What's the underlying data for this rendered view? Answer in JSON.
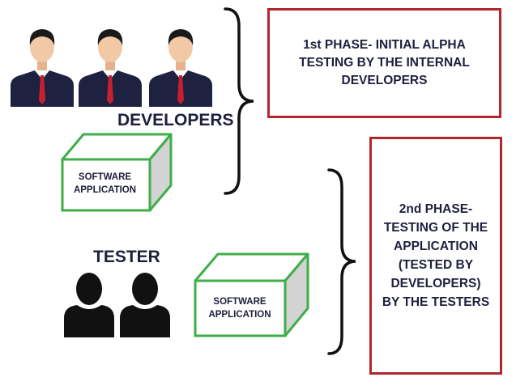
{
  "developers": {
    "label": "DEVELOPERS",
    "icon": "businessman-icon",
    "count": 3
  },
  "software_box_1": {
    "label": "SOFTWARE\nAPPLICATION",
    "icon": "box-icon"
  },
  "tester": {
    "label": "TESTER",
    "icon": "person-silhouette-icon",
    "count": 2
  },
  "software_box_2": {
    "label": "SOFTWARE\nAPPLICATION",
    "icon": "box-icon"
  },
  "phase1": {
    "text": "1st PHASE- INITIAL ALPHA\nTESTING BY  THE INTERNAL\nDEVELOPERS"
  },
  "phase2": {
    "text": "2nd PHASE-\nTESTING OF THE\nAPPLICATION\n(TESTED BY\nDEVELOPERS)\nBY THE TESTERS"
  },
  "colors": {
    "text": "#1d1f3d",
    "phase_border": "#b0272c",
    "box_border": "#3fae49",
    "box_side": "#d3d3d3",
    "suit": "#1f2140",
    "tie": "#c62030",
    "skin": "#f2c9a5",
    "hair": "#1a1a1a",
    "silhouette": "#111111"
  }
}
